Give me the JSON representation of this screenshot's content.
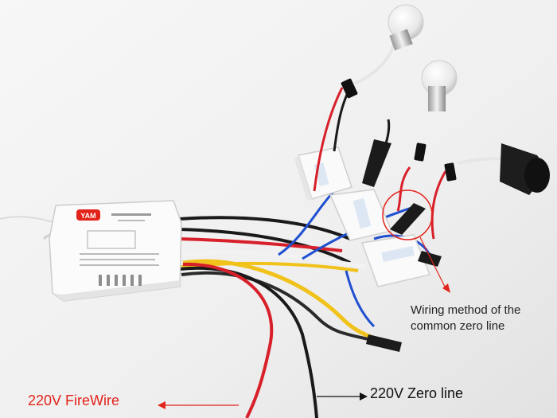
{
  "annotations": {
    "wiring_method": [
      "Wiring method of the",
      "common zero line"
    ],
    "firewire": "220V FireWire",
    "zero_line": "220V Zero line"
  },
  "colors": {
    "firewire_text": "#e2231a",
    "arrow_red": "#e2231a",
    "arrow_black": "#111111",
    "wire_red": "#d8202a",
    "wire_black": "#1a1a1a",
    "wire_blue": "#1f4fd1",
    "wire_yellow": "#f0c21a",
    "wire_white": "#f2f2f2"
  },
  "controller": {
    "brand": "YAM"
  }
}
